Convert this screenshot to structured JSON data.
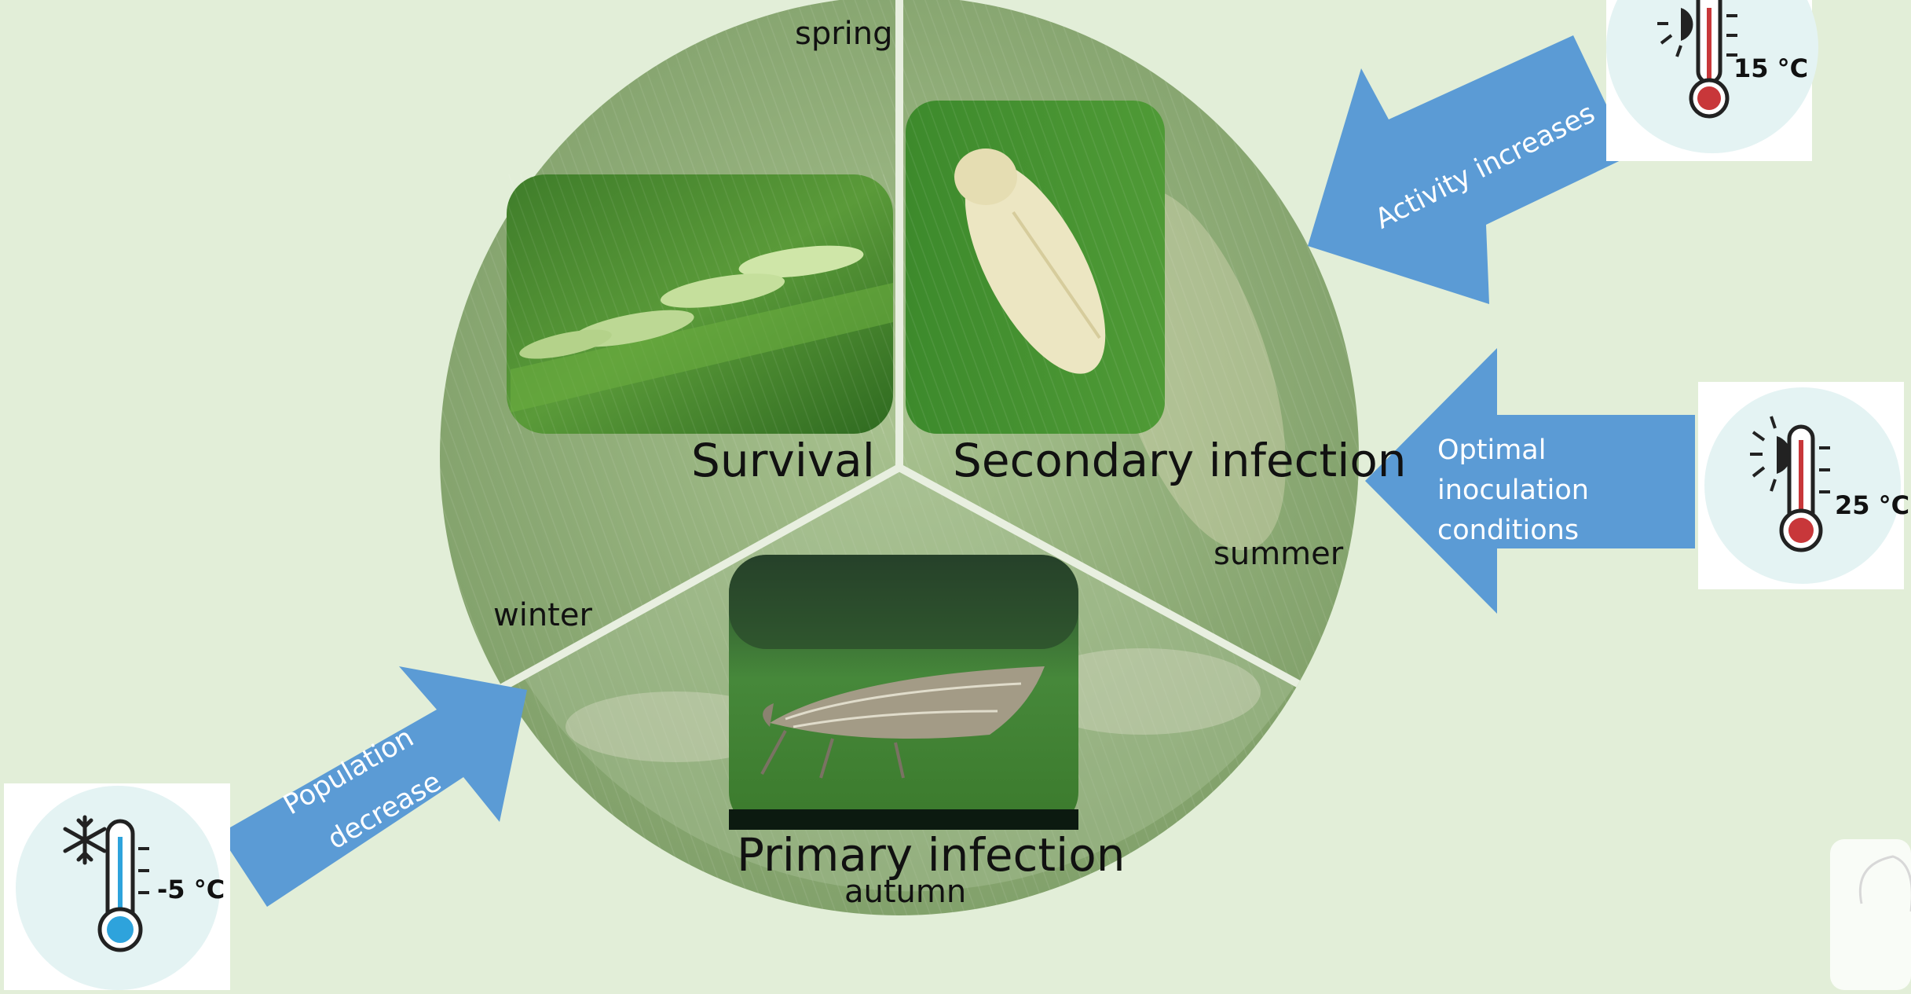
{
  "seasons": {
    "spring": "spring",
    "summer": "summer",
    "autumn": "autumn",
    "winter": "winter"
  },
  "phases": {
    "survival": "Survival",
    "secondary": "Secondary infection",
    "primary": "Primary infection"
  },
  "arrows": {
    "activity": "Activity increases",
    "optimal": [
      "Optimal",
      "inoculation",
      "conditions"
    ],
    "population": [
      "Population",
      "decrease"
    ]
  },
  "temperatures": {
    "warm_15": "15 °C",
    "hot_25": "25 °C",
    "cold_minus5": "-5 °C"
  },
  "colors": {
    "background": "#e2eed8",
    "arrow_fill": "#5b9bd5",
    "circle_green": "#8fae78",
    "thermo_hot": "#c8373a",
    "thermo_cold": "#2ea3dc"
  },
  "icons": [
    "thermometer-sun-icon",
    "thermometer-snowflake-icon",
    "leafhopper-eggs-photo",
    "leafhopper-nymph-photo",
    "leafhopper-adult-photo"
  ]
}
